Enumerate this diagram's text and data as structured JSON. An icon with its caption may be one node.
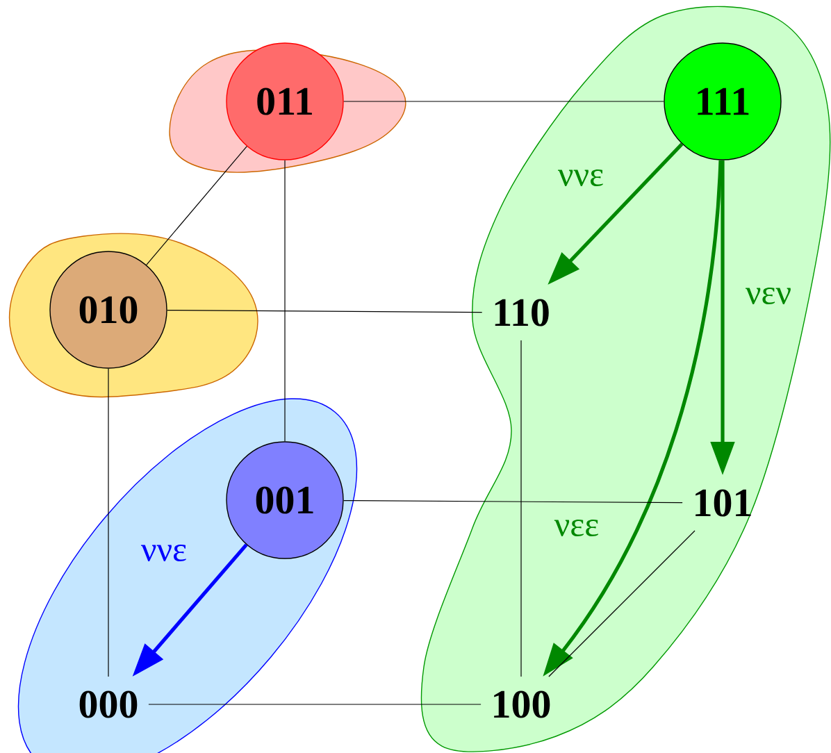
{
  "diagram": {
    "nodes": [
      {
        "text": [],
        "shape": "blob"
      },
      {
        "text": [
          "011"
        ],
        "in": 0
      },
      {
        "text": [],
        "shape": "blob"
      },
      {
        "text": [
          "111"
        ],
        "in": 2
      },
      {
        "text": [],
        "shape": "blob"
      },
      {
        "text": [
          "010"
        ],
        "in": 4
      },
      {
        "text": [
          "110"
        ],
        "in": 2
      },
      {
        "text": [],
        "shape": "blob"
      },
      {
        "text": [
          "001"
        ],
        "in": 7
      },
      {
        "text": [
          "101"
        ],
        "in": 2
      },
      {
        "text": [
          "000"
        ],
        "in": 7
      },
      {
        "text": [
          "100"
        ],
        "in": 2
      }
    ],
    "edges": [
      {
        "from": 1,
        "to": 3,
        "arrow": "none"
      },
      {
        "from": 1,
        "to": 5,
        "arrow": "none"
      },
      {
        "from": 1,
        "to": 8,
        "arrow": "none"
      },
      {
        "from": 5,
        "to": 6,
        "arrow": "none"
      },
      {
        "from": 5,
        "to": 10,
        "arrow": "none"
      },
      {
        "from": 3,
        "to": 6,
        "arrow": "to",
        "label": "ννε",
        "style": "thick",
        "color": "#008800"
      },
      {
        "from": 3,
        "to": 9,
        "arrow": "to",
        "label": "νεν",
        "style": "thick",
        "color": "#008800"
      },
      {
        "from": 3,
        "to": 11,
        "arrow": "to",
        "label": "νεε",
        "style": "thick",
        "color": "#008800"
      },
      {
        "from": 8,
        "to": 9,
        "arrow": "none"
      },
      {
        "from": 6,
        "to": 11,
        "arrow": "none"
      },
      {
        "from": 9,
        "to": 11,
        "arrow": "none"
      },
      {
        "from": 8,
        "to": 10,
        "arrow": "to",
        "label": "ννε",
        "style": "thick",
        "color": "#0000ff"
      },
      {
        "from": 10,
        "to": 11,
        "arrow": "none"
      }
    ]
  }
}
